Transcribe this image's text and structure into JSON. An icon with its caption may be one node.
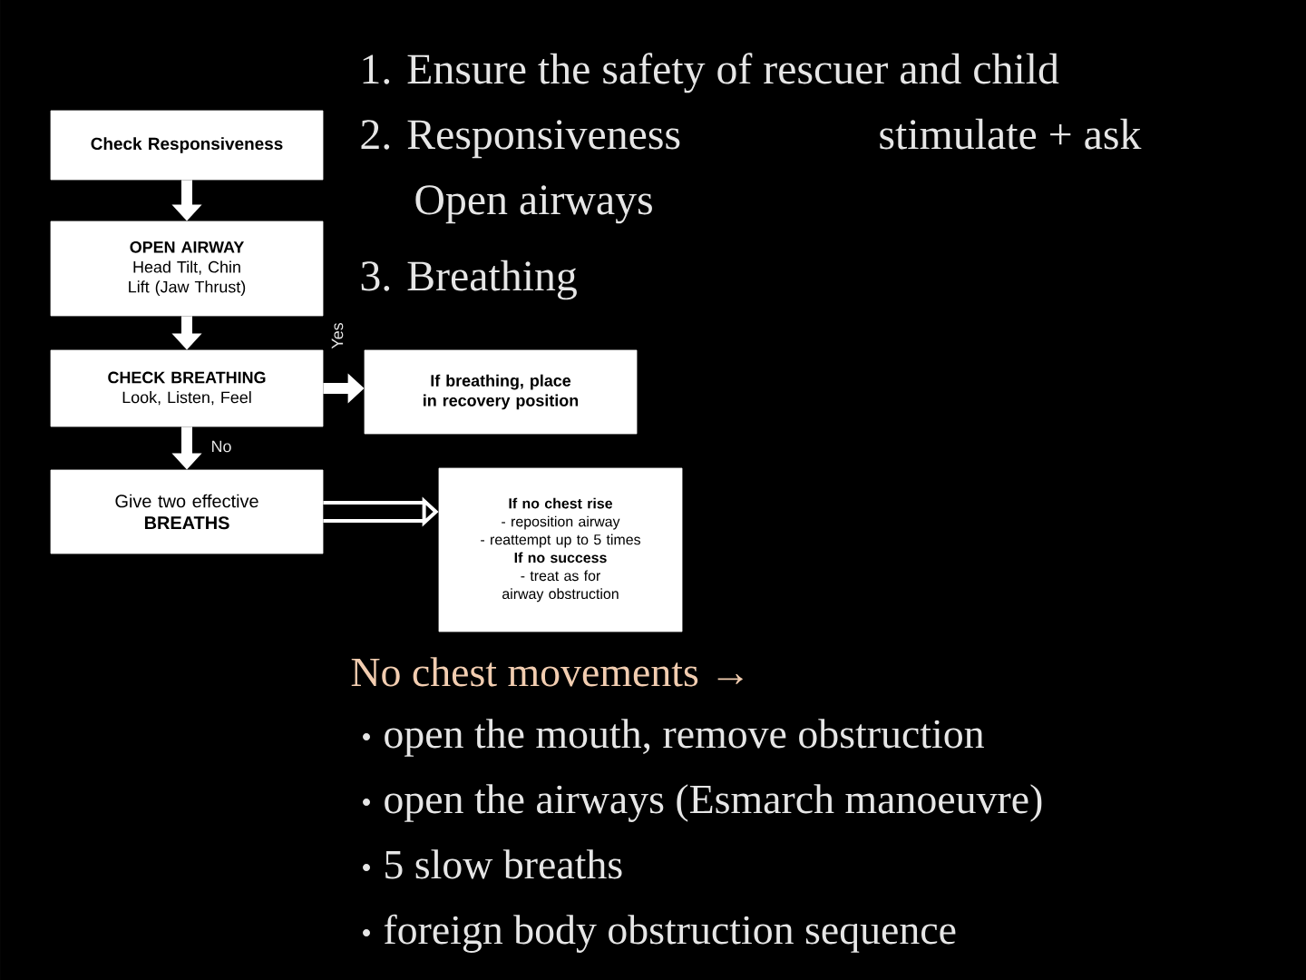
{
  "diagram": {
    "nodes": [
      {
        "text": [
          "Check Responsiveness"
        ]
      },
      {
        "text": [
          "OPEN AIRWAY",
          "Head Tilt, Chin Lift (Jaw Thrust)"
        ]
      },
      {
        "text": [
          "CHECK BREATHING",
          "Look, Listen, Feel"
        ]
      },
      {
        "text": [
          "If breathing, place in recovery position"
        ]
      },
      {
        "text": [
          "Give two effective **BREATHS**"
        ]
      },
      {
        "text": [
          "If no chest rise",
          "- reposition airway",
          "- reattempt up to 5 times",
          "If no success",
          "- treat as for",
          "airway obstruction"
        ]
      }
    ],
    "edges": [
      {
        "from": 0,
        "to": 1,
        "arrow": "to"
      },
      {
        "from": 1,
        "to": 2,
        "arrow": "to"
      },
      {
        "from": 2,
        "to": 3,
        "arrow": "to",
        "label": "Yes"
      },
      {
        "from": 2,
        "to": 4,
        "arrow": "to",
        "label": "No"
      },
      {
        "from": 4,
        "to": 5,
        "arrow": "to",
        "style": "thick"
      }
    ],
    "labels": [
      "1. Ensure the safety of rescuer and child",
      "2. Responsiveness",
      "stimulate + ask",
      "Open airways",
      "3. Breathing",
      "No chest movements →",
      "open the mouth, remove obstruction",
      "open the airways (Esmarch manoeuvre)",
      "5 slow breaths",
      "foreign body obstruction sequence"
    ]
  }
}
